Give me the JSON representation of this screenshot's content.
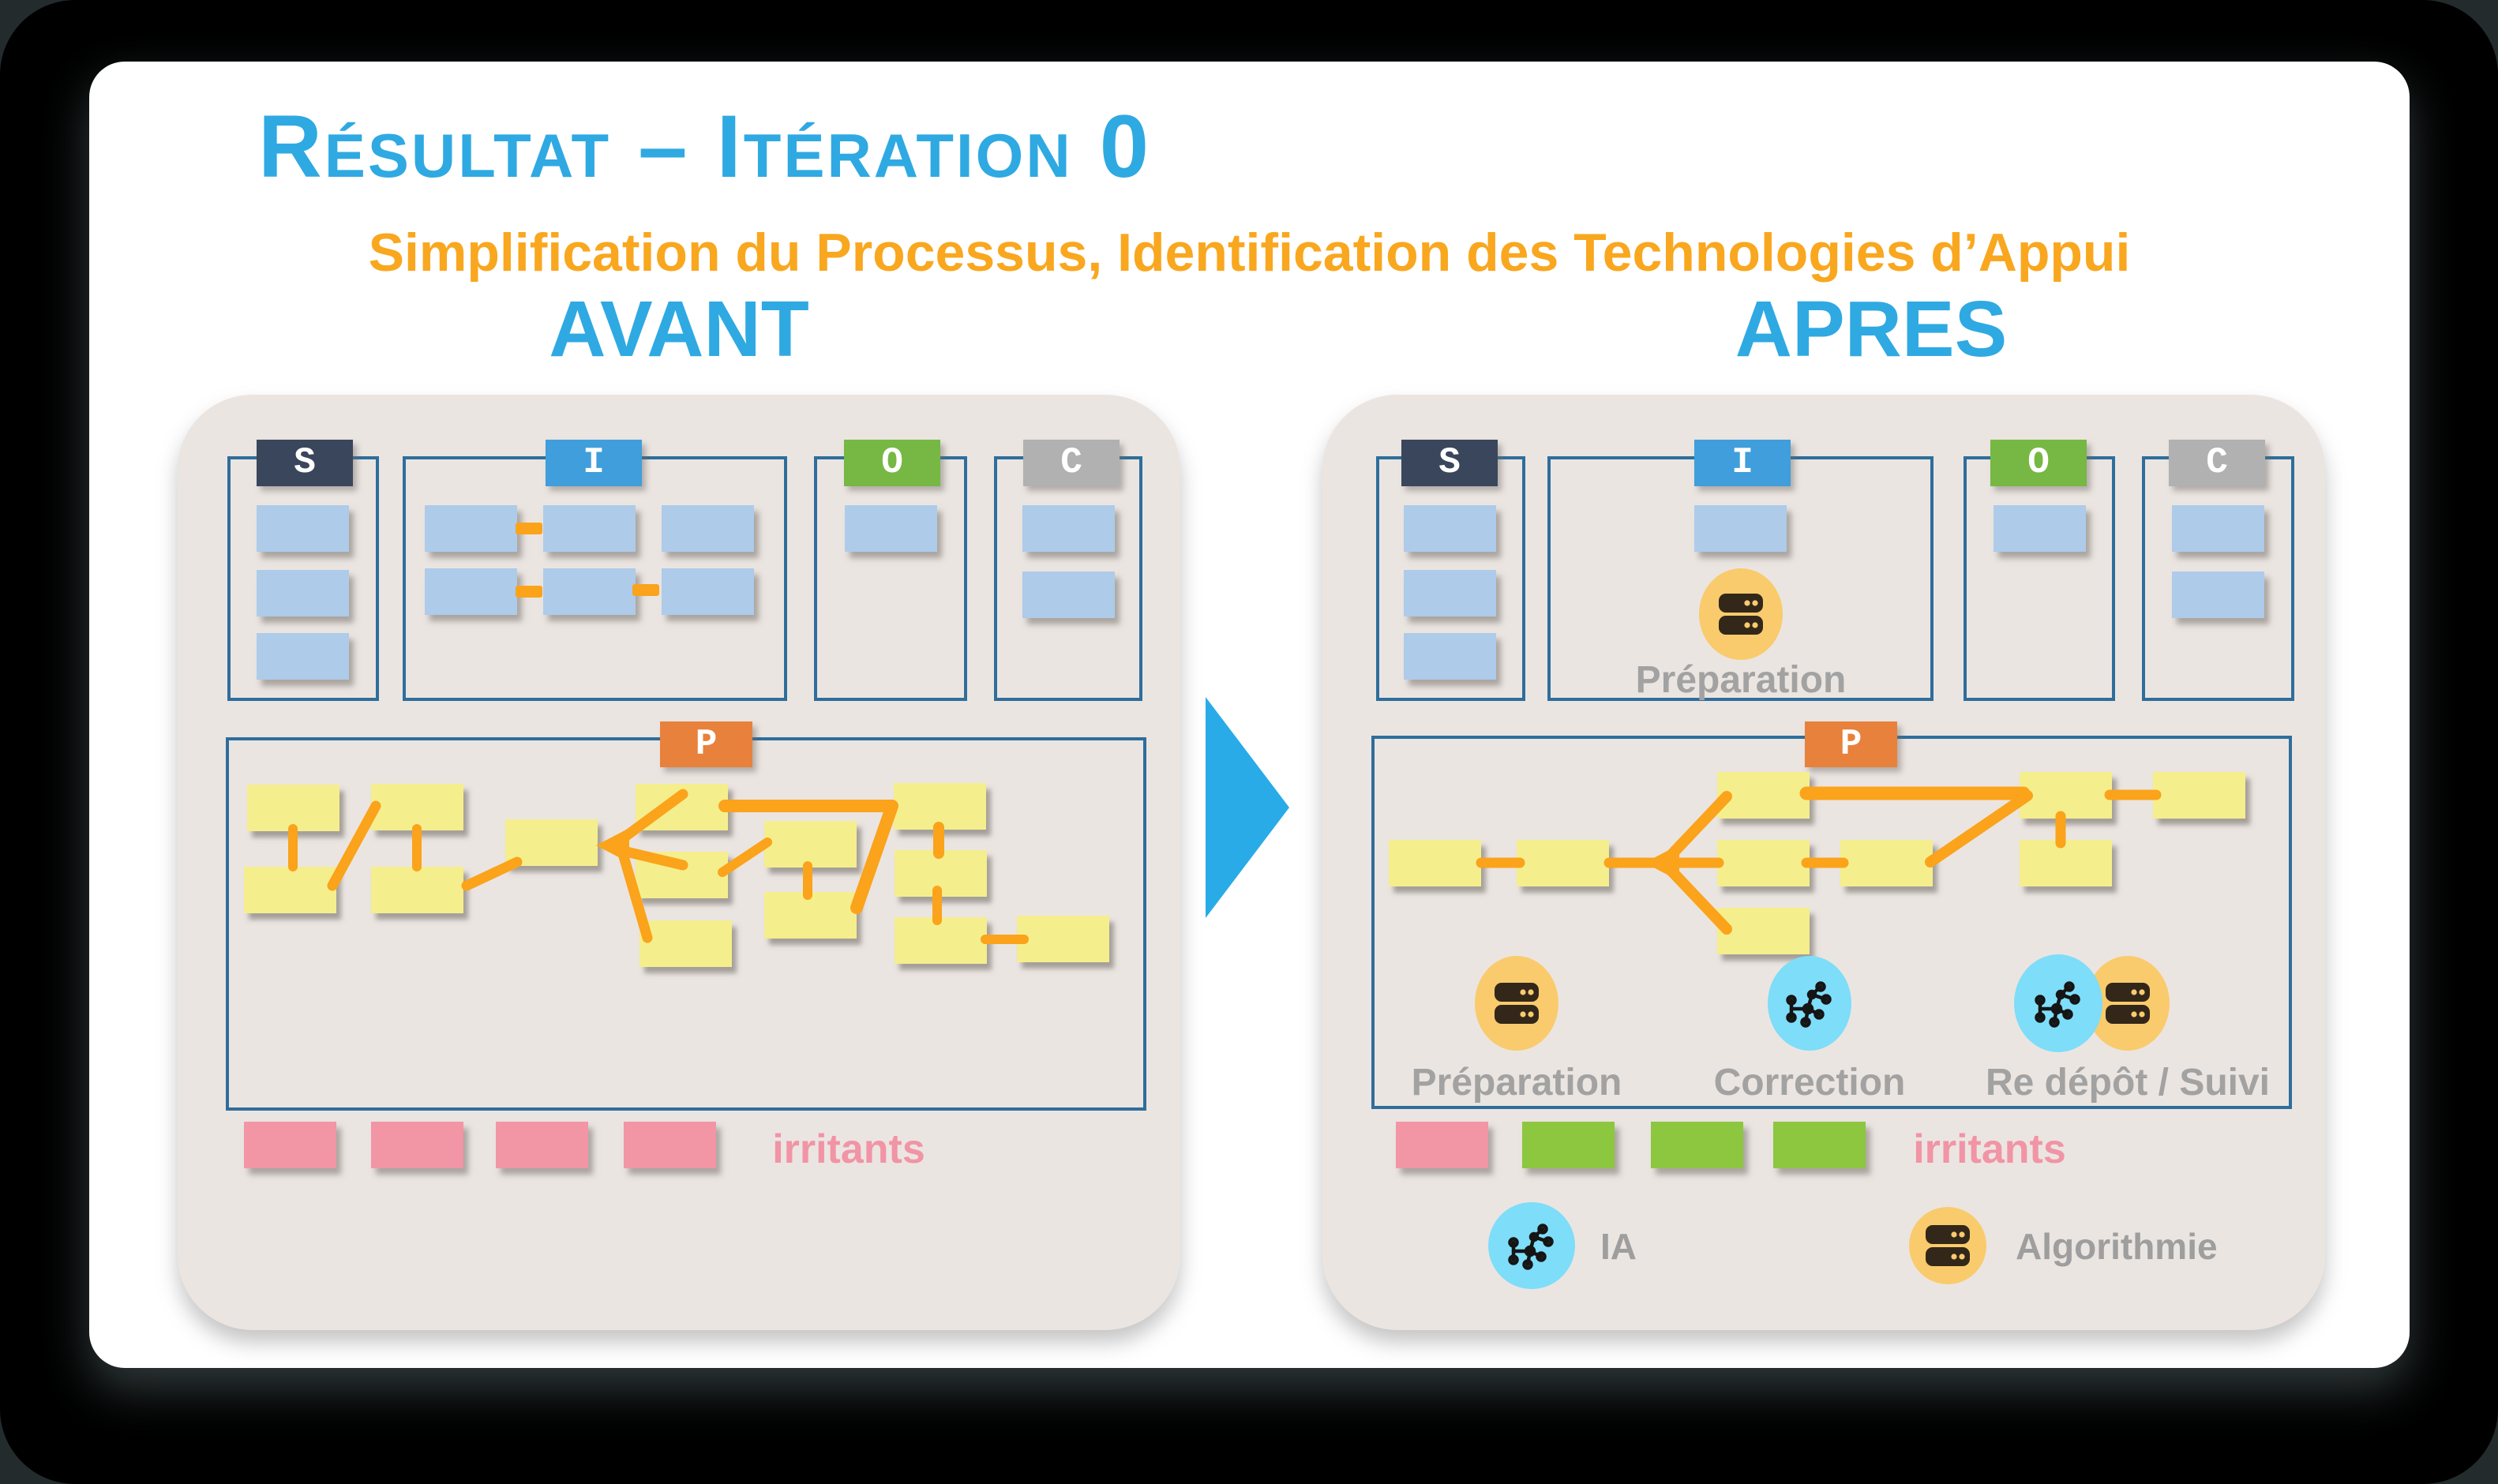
{
  "slide": {
    "title": "Résultat – Itération 0",
    "subtitle": "Simplification du Processus, Identification des Technologies d’Appui",
    "accent_blue": "#2FA9E2",
    "accent_orange": "#F9A71F"
  },
  "panels": {
    "before": {
      "heading": "AVANT",
      "lanes": [
        {
          "key": "S",
          "color": "#3A465C",
          "note_count": 3
        },
        {
          "key": "I",
          "color": "#3F9EDB",
          "note_count": 6
        },
        {
          "key": "O",
          "color": "#76B843",
          "note_count": 1
        },
        {
          "key": "C",
          "color": "#B1B1B1",
          "note_count": 2
        }
      ],
      "process": {
        "key": "P",
        "color": "#E8813C",
        "note_count": 14
      },
      "irritants": {
        "label": "irritants",
        "pink_count": 4,
        "green_count": 0
      }
    },
    "after": {
      "heading": "APRES",
      "lanes": [
        {
          "key": "S",
          "color": "#3A465C",
          "note_count": 3
        },
        {
          "key": "I",
          "color": "#3F9EDB",
          "note_count": 1,
          "technology": {
            "icon": "algorithm-icon",
            "label": "Préparation"
          }
        },
        {
          "key": "O",
          "color": "#76B843",
          "note_count": 1
        },
        {
          "key": "C",
          "color": "#B1B1B1",
          "note_count": 2
        }
      ],
      "process": {
        "key": "P",
        "color": "#E8813C",
        "note_count": 9,
        "steps": [
          {
            "label": "Préparation",
            "icons": [
              "algorithm-icon"
            ]
          },
          {
            "label": "Correction",
            "icons": [
              "ia-icon"
            ]
          },
          {
            "label": "Re dépôt / Suivi",
            "icons": [
              "ia-icon",
              "algorithm-icon"
            ]
          }
        ]
      },
      "irritants": {
        "label": "irritants",
        "pink_count": 1,
        "green_count": 3
      },
      "legend": [
        {
          "icon": "ia-icon",
          "label": "IA",
          "circle_color": "#7EDDF8"
        },
        {
          "icon": "algorithm-icon",
          "label": "Algorithmie",
          "circle_color": "#F9CB6C"
        }
      ]
    }
  },
  "colors": {
    "note_blue": "#AECBEA",
    "note_yellow": "#F5EE8D",
    "note_pink": "#F295A5",
    "note_green": "#8CC73F",
    "connector_orange": "#FAA31B",
    "lane_border": "#2E6E9C",
    "panel_bg": "#EBE5E1",
    "arrow_blue": "#29ABE8",
    "label_gray": "#A2A2A2",
    "irritants_pink": "#F194A6",
    "icon_dark": "#33271A",
    "circle_blue": "#7EDDF8",
    "circle_orange": "#F9CB6C"
  }
}
